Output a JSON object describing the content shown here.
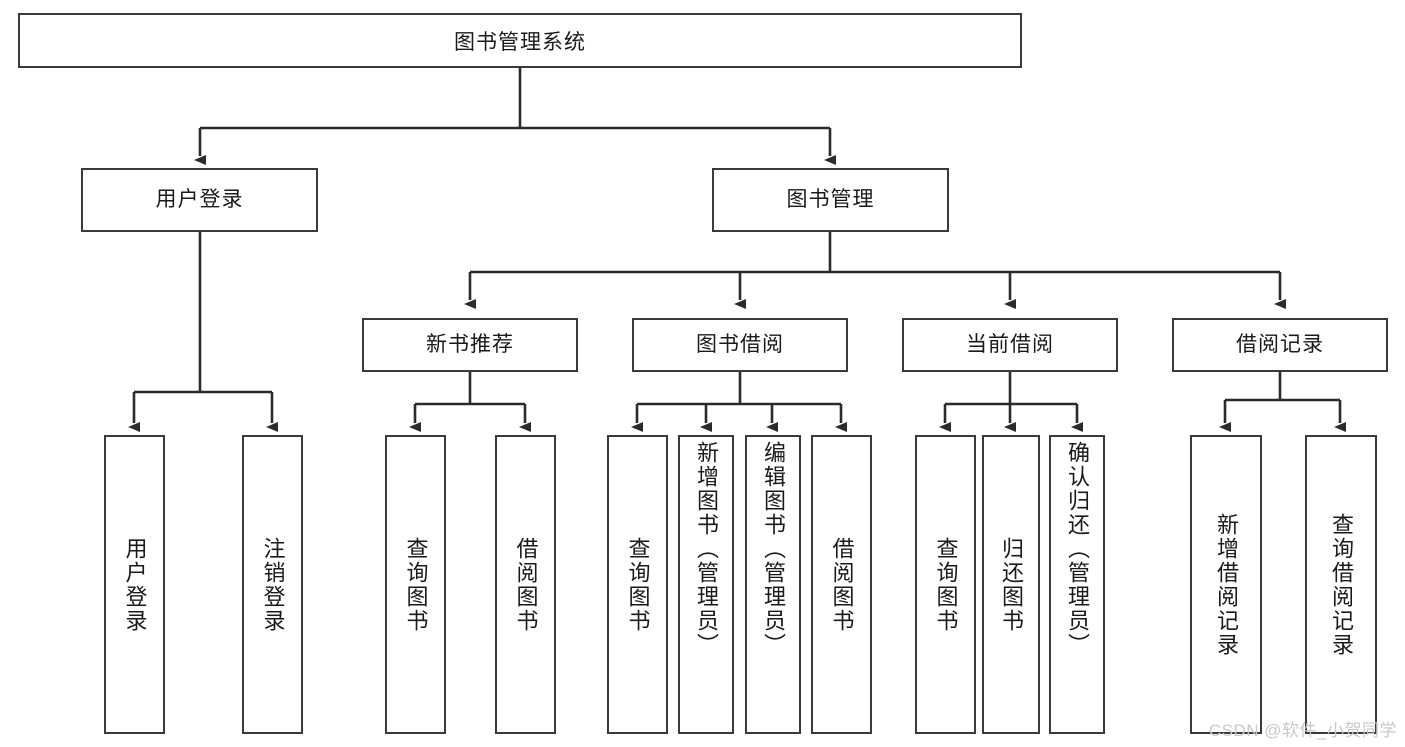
{
  "diagram": {
    "title": "图书管理系统",
    "type": "tree-hierarchy-chart",
    "colors": {
      "box_border": "#3a3a3a",
      "box_fill": "#ffffff",
      "edge": "#2b2b2b",
      "text": "#1a1a1a",
      "watermark": "#c9c9c9"
    },
    "root": {
      "label": "图书管理系统"
    },
    "level2": [
      {
        "label": "用户登录"
      },
      {
        "label": "图书管理"
      }
    ],
    "level3": [
      {
        "label": "新书推荐"
      },
      {
        "label": "图书借阅"
      },
      {
        "label": "当前借阅"
      },
      {
        "label": "借阅记录"
      }
    ],
    "leaves": {
      "user_login": [
        {
          "label": "用户登录"
        },
        {
          "label": "注销登录"
        }
      ],
      "new_book_recommend": [
        {
          "label": "查询图书"
        },
        {
          "label": "借阅图书"
        }
      ],
      "book_borrow": [
        {
          "label": "查询图书"
        },
        {
          "label": "新增图书（管理员）"
        },
        {
          "label": "编辑图书（管理员）"
        },
        {
          "label": "借阅图书"
        }
      ],
      "current_borrow": [
        {
          "label": "查询图书"
        },
        {
          "label": "归还图书"
        },
        {
          "label": "确认归还（管理员）"
        }
      ],
      "borrow_record": [
        {
          "label": "新增借阅记录"
        },
        {
          "label": "查询借阅记录"
        }
      ]
    },
    "watermark": "CSDN @软件_小贺同学"
  }
}
